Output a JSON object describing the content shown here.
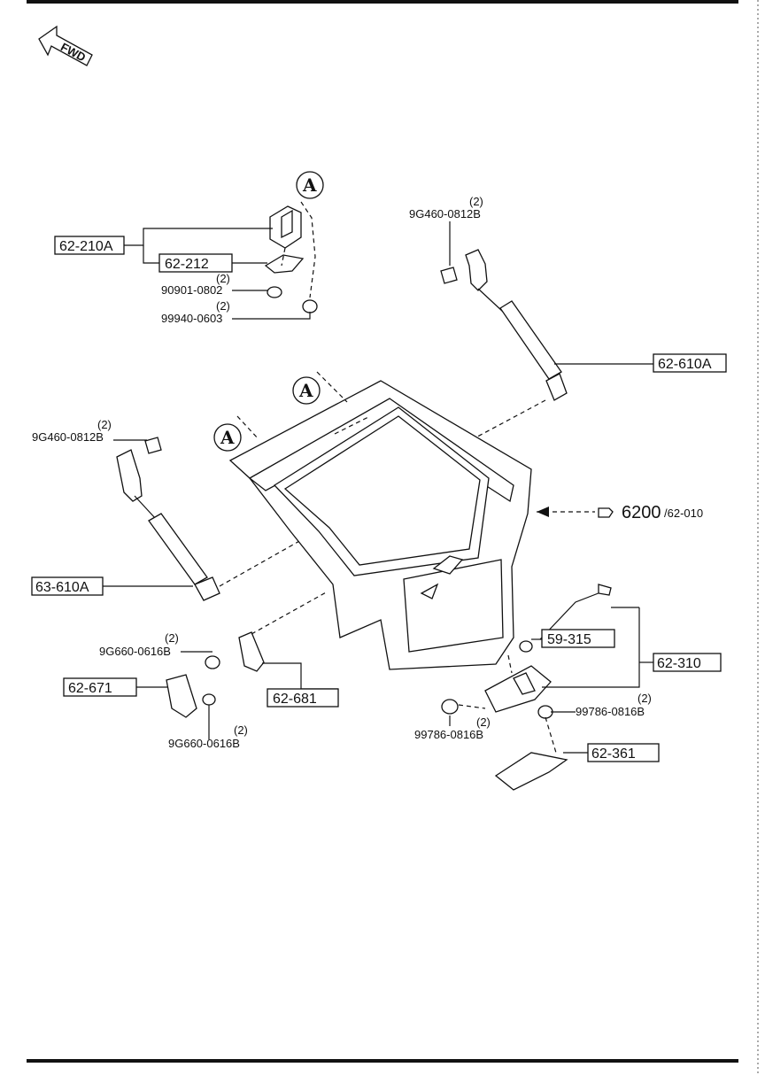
{
  "fwd_arrow": {
    "label": "FWD"
  },
  "callouts": {
    "a1": "A",
    "a2": "A",
    "a3": "A"
  },
  "parts": {
    "p_62_210A": "62-210A",
    "p_62_212": "62-212",
    "p_90901_qty": "(2)",
    "p_90901": "90901-0802",
    "p_99940_qty": "(2)",
    "p_99940": "99940-0603",
    "p_9G460_r_qty": "(2)",
    "p_9G460_r": "9G460-0812B",
    "p_62_610A": "62-610A",
    "p_9G460_l_qty": "(2)",
    "p_9G460_l": "9G460-0812B",
    "p_6200": "6200",
    "p_6200_ref": "/62-010",
    "p_63_610A": "63-610A",
    "p_9G660_a_qty": "(2)",
    "p_9G660_a": "9G660-0616B",
    "p_62_671": "62-671",
    "p_62_681": "62-681",
    "p_9G660_b_qty": "(2)",
    "p_9G660_b": "9G660-0616B",
    "p_59_315": "59-315",
    "p_62_310": "62-310",
    "p_99786_r_qty": "(2)",
    "p_99786_r": "99786-0816B",
    "p_99786_l_qty": "(2)",
    "p_99786_l": "99786-0816B",
    "p_62_361": "62-361"
  }
}
